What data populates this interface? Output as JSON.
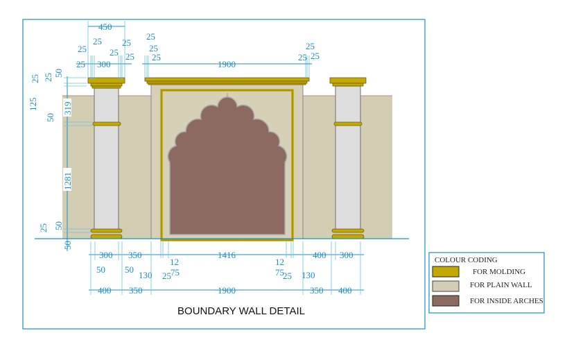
{
  "drawing": {
    "title": "BOUNDARY WALL DETAIL",
    "top_dims": [
      "450",
      "25",
      "25",
      "25",
      "25",
      "25",
      "300",
      "25",
      "25",
      "25",
      "1900",
      "25",
      "25",
      "25"
    ],
    "left_dims": [
      "25",
      "25",
      "50",
      "125",
      "319",
      "50",
      "1281",
      "25",
      "50",
      "50"
    ],
    "bottom_row1": [
      "300",
      "350",
      "1416",
      "400",
      "300"
    ],
    "bottom_notes": [
      "50",
      "50",
      "130",
      "25",
      "12",
      "75",
      "12",
      "75",
      "25",
      "130"
    ],
    "bottom_row2": [
      "400",
      "350",
      "1900",
      "350",
      "400"
    ]
  },
  "legend": {
    "title": "COLOUR CODING",
    "items": [
      {
        "label": "FOR MOLDING",
        "color": "#c2a800"
      },
      {
        "label": "FOR PLAIN WALL",
        "color": "#d3cdb4"
      },
      {
        "label": "FOR INSIDE ARCHES",
        "color": "#8c6961"
      }
    ]
  },
  "colors": {
    "dimension": "#1b8fc2",
    "molding": "#c2a800",
    "wall": "#d3cdb4",
    "arch": "#8c6961"
  }
}
